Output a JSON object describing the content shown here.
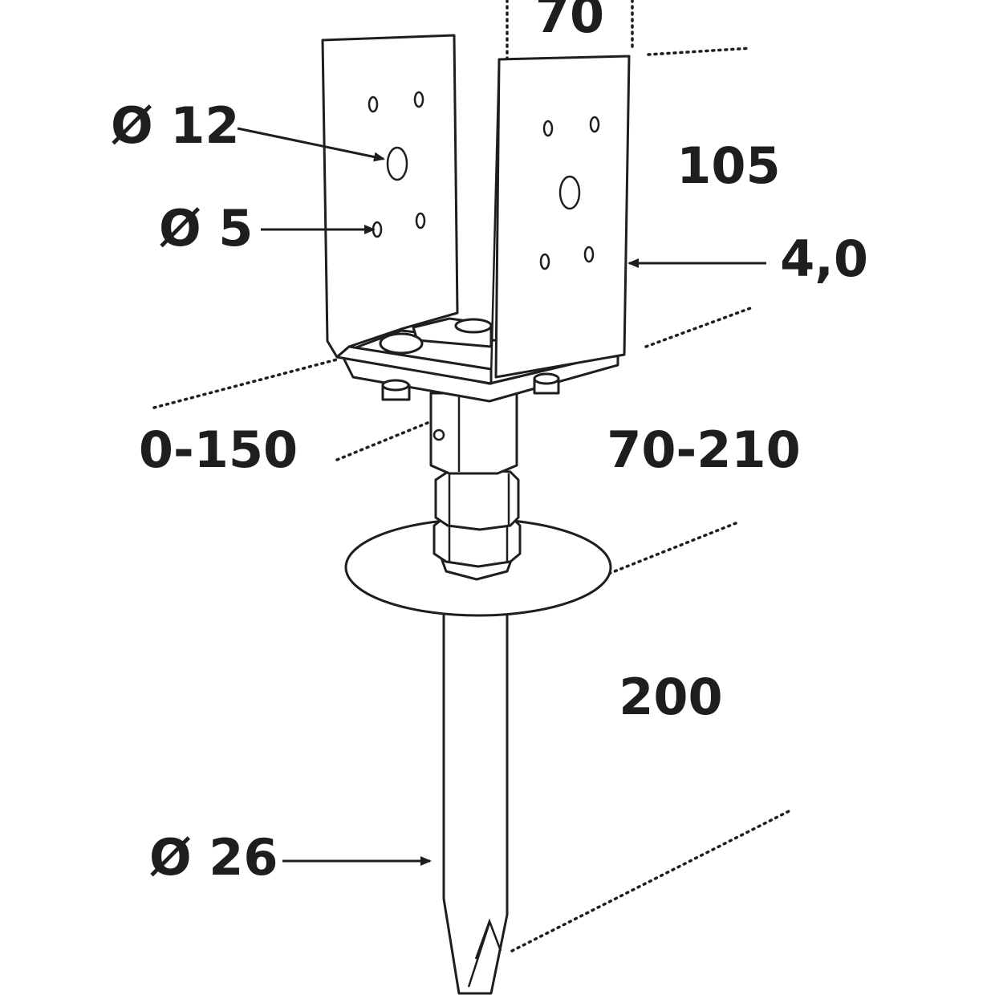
{
  "labels": {
    "width": "70",
    "height": "105",
    "big_hole": "Ø 12",
    "small_hole": "Ø 5",
    "thickness": "4,0",
    "adjust": "0-150",
    "range": "70-210",
    "spike_length": "200",
    "spike_diameter": "Ø 26"
  },
  "colors": {
    "line": "#1e1e1e",
    "background": "#ffffff"
  }
}
